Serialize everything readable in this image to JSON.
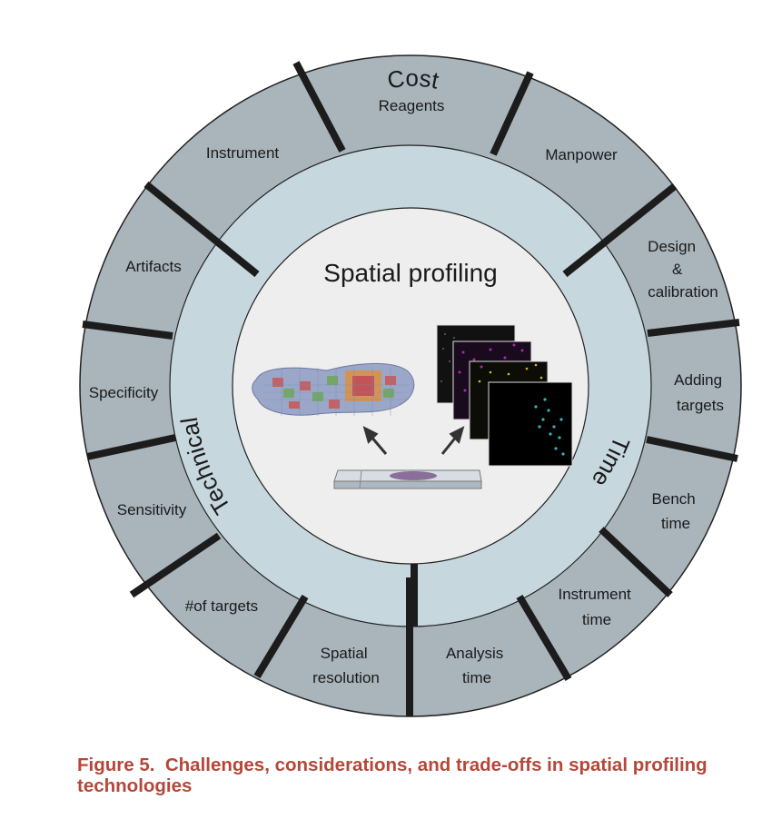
{
  "center": {
    "title": "Spatial profiling"
  },
  "rings": {
    "cost": "Cost",
    "time": "Time",
    "technical": "Technical"
  },
  "segments": {
    "reagents": [
      "Reagents"
    ],
    "manpower": [
      "Manpower"
    ],
    "design_calibration": [
      "Design",
      "&",
      "calibration"
    ],
    "adding_targets": [
      "Adding",
      "targets"
    ],
    "bench_time": [
      "Bench",
      "time"
    ],
    "instrument_time": [
      "Instrument",
      "time"
    ],
    "analysis_time": [
      "Analysis",
      "time"
    ],
    "spatial_resolution": [
      "Spatial",
      "resolution"
    ],
    "num_targets": [
      "#of targets"
    ],
    "sensitivity": [
      "Sensitivity"
    ],
    "specificity": [
      "Specificity"
    ],
    "artifacts": [
      "Artifacts"
    ],
    "instrument": [
      "Instrument"
    ]
  },
  "caption": {
    "label": "Figure 5.",
    "text": "Challenges, considerations, and trade-offs in spatial profiling technologies"
  },
  "colors": {
    "outer_ring": "#a9b5bb",
    "middle_ring": "#c6d7de",
    "center": "#eeeeee",
    "divider": "#1c1c1c",
    "caption": "#b5473a"
  }
}
